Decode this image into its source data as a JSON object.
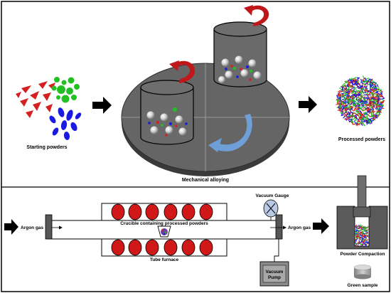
{
  "labels": {
    "starting_powders": "Starting powders",
    "mechanical_alloying": "Mechanical alloying",
    "processed_powders": "Processed powders",
    "argon_gas_in": "Argon gas",
    "argon_gas_out": "Argon gas",
    "crucible": "Crucible containing processed powders",
    "tube_furnace": "Tube furnace",
    "vacuum_gauge": "Vacuum Gauge",
    "vacuum_pump_line1": "Vacuum",
    "vacuum_pump_line2": "Pump",
    "powder_compaction": "Powder Compaction",
    "green_sample": "Green sample"
  },
  "colors": {
    "mill_disc": "#5f5f5f",
    "mill_disc_top": "#6e6e6e",
    "rotation_arrow": "#c0181a",
    "curved_arrow": "#6f9fd8",
    "furnace_element": "#d01818",
    "powder_red": "#d42020",
    "powder_green": "#22c022",
    "powder_blue": "#1a1ae0",
    "panel_border": "#000000"
  }
}
